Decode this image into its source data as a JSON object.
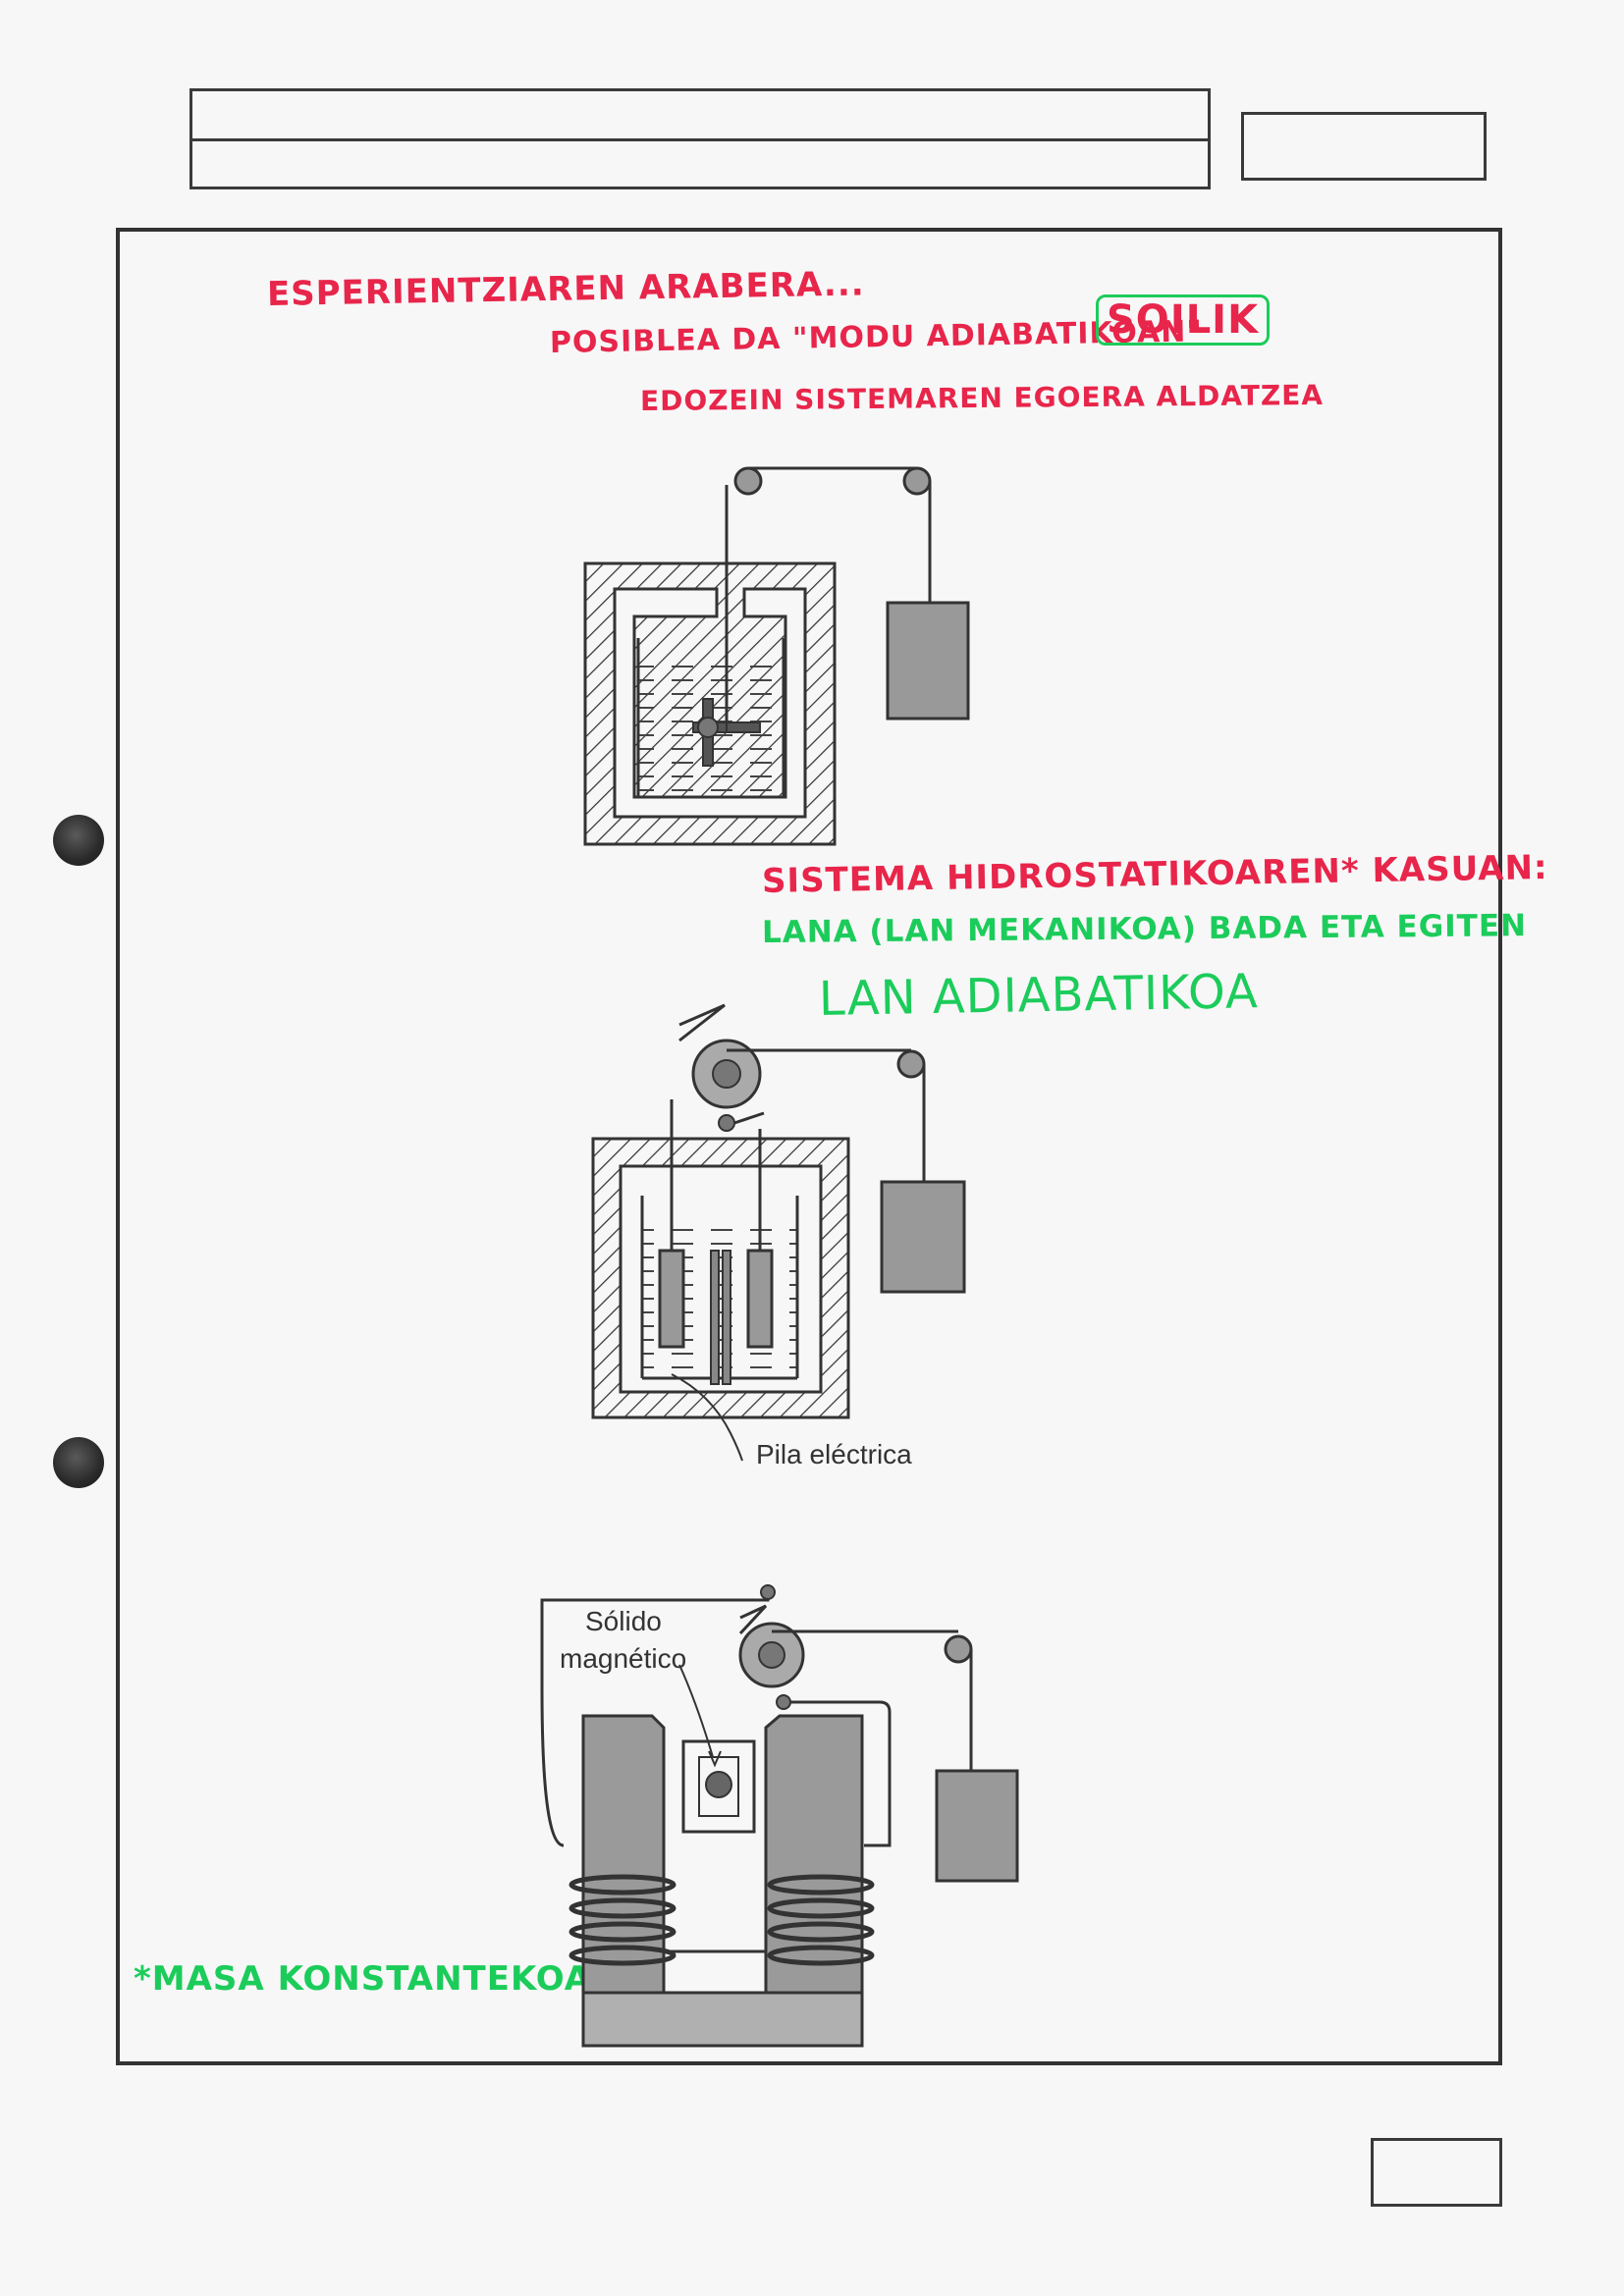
{
  "header": {
    "title_line_1": "",
    "title_line_2": "",
    "code_box": "",
    "page_number_box": ""
  },
  "annotations": {
    "line1": "ESPERIENTZIAREN ARABERA...",
    "line2": "POSIBLEA DA \"MODU ADIABATIKOAN\"",
    "soilik": "SOILIK",
    "line3": "EDOZEIN SISTEMAREN EGOERA ALDATZEA",
    "hydro": "SISTEMA HIDROSTATIKOAREN* KASUAN:",
    "lana": "LANA (LAN MEKANIKOA) BADA ETA EGITEN",
    "lan_adiabatikoa": "LAN ADIABATIKOA",
    "footnote": "*MASA KONSTANTEKOA"
  },
  "figures": {
    "pila_label": "Pila eléctrica",
    "solido_label_1": "Sólido",
    "solido_label_2": "magnético"
  },
  "colors": {
    "red_ink": "#e8254a",
    "green_ink": "#1ccc5a",
    "diagram": "#333333"
  }
}
